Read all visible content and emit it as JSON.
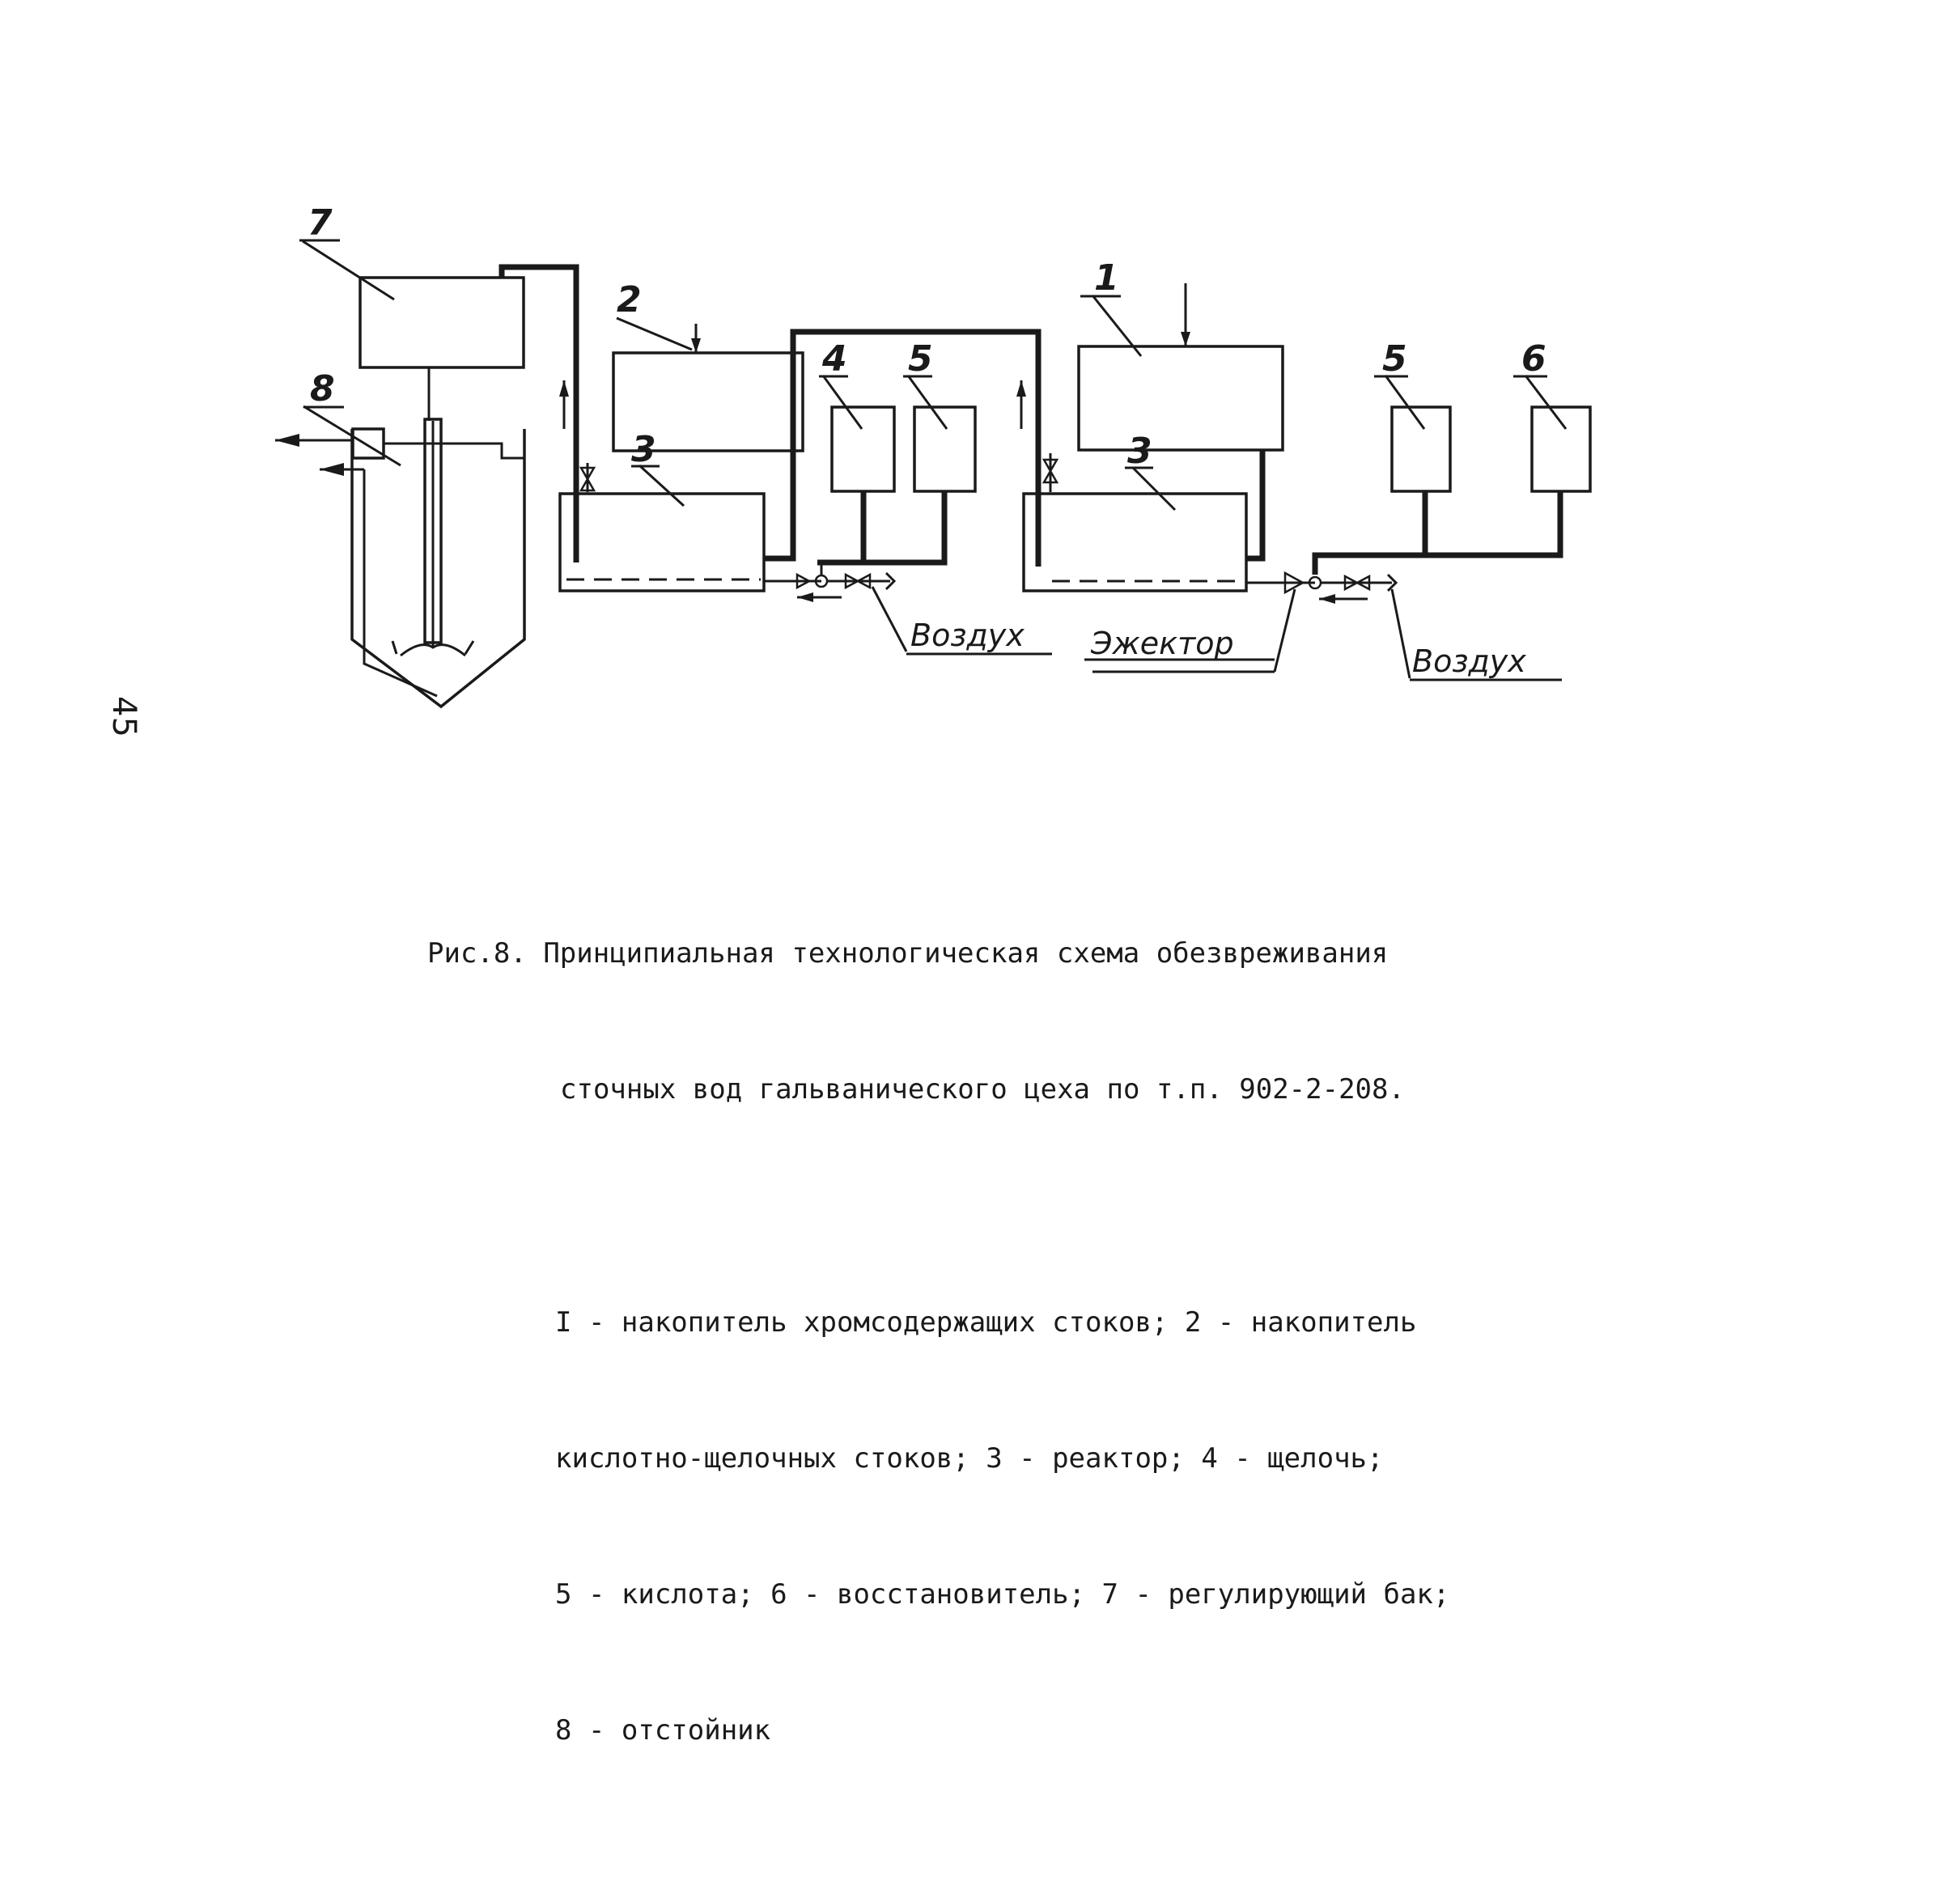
{
  "page_number": "45",
  "diagram": {
    "labels": {
      "n1": "1",
      "n2": "2",
      "n3a": "3",
      "n3b": "3",
      "n4": "4",
      "n5a": "5",
      "n5b": "5",
      "n6": "6",
      "n7": "7",
      "n8": "8"
    },
    "air_left": "Воздух",
    "ejector": "Эжектор",
    "air_right": "Воздух"
  },
  "caption": {
    "figure_label": "Рис.8.",
    "title_line1": "Принципиальная технологическая схема обезвреживания",
    "title_line2": "сточных вод гальванического цеха по т.п. 902-2-208.",
    "legend_lines": [
      "I - накопитель хромсодержащих стоков; 2 - накопитель",
      "кислотно-щелочных стоков; 3 - реактор; 4 - щелочь;",
      "5 - кислота; 6 - восстановитель; 7 - регулирующий бак;",
      "8 - отстойник"
    ]
  }
}
